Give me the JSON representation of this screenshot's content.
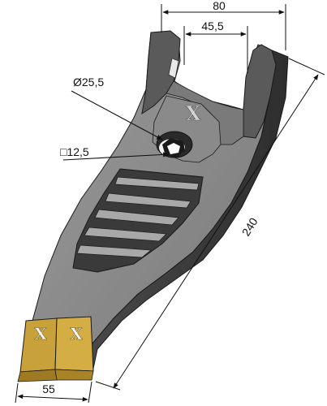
{
  "drawing": {
    "dimensions": {
      "top_width": "80",
      "slot_width": "45,5",
      "bolt_hole_diameter": "Ø25,5",
      "square_neck": "□12,5",
      "total_length": "240",
      "tip_width": "55"
    },
    "colors": {
      "steel_light": "#8c8c8c",
      "steel_mid": "#6e6e6e",
      "steel_dark": "#3c3c3c",
      "carbide": "#c9a13a",
      "carbide_light": "#dcbc5c",
      "outline": "#1a1a1a"
    },
    "logo_mark": "X"
  }
}
